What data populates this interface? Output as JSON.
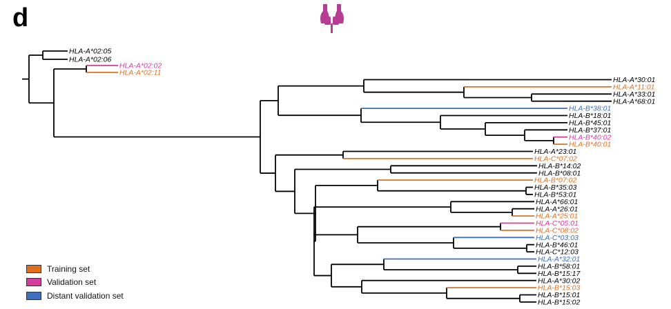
{
  "panel_letter": "d",
  "icon": "thymus-organ-icon",
  "colors": {
    "training": "#E07020",
    "validation": "#D63C9B",
    "distant": "#3E6EC0",
    "default": "#000000",
    "icon": "#B73D94"
  },
  "legend": [
    {
      "label": "Training set",
      "color": "#E07020"
    },
    {
      "label": "Validation set",
      "color": "#D63C9B"
    },
    {
      "label": "Distant validation set",
      "color": "#3E6EC0"
    }
  ],
  "leaves": [
    {
      "id": "A0205",
      "label": "HLA-A*02:05",
      "set": "none"
    },
    {
      "id": "A0206",
      "label": "HLA-A*02:06",
      "set": "none"
    },
    {
      "id": "A0202",
      "label": "HLA-A*02:02",
      "set": "validation"
    },
    {
      "id": "A0211",
      "label": "HLA-A*02:11",
      "set": "training"
    },
    {
      "id": "A3001",
      "label": "HLA-A*30:01",
      "set": "none"
    },
    {
      "id": "A1101",
      "label": "HLA-A*11:01",
      "set": "training"
    },
    {
      "id": "A3301",
      "label": "HLA-A*33:01",
      "set": "none"
    },
    {
      "id": "A6801",
      "label": "HLA-A*68:01",
      "set": "none"
    },
    {
      "id": "B3801",
      "label": "HLA-B*38:01",
      "set": "distant"
    },
    {
      "id": "B1801",
      "label": "HLA-B*18:01",
      "set": "none"
    },
    {
      "id": "B4501",
      "label": "HLA-B*45:01",
      "set": "none"
    },
    {
      "id": "B3701",
      "label": "HLA-B*37:01",
      "set": "none"
    },
    {
      "id": "B4002",
      "label": "HLA-B*40:02",
      "set": "validation"
    },
    {
      "id": "B4001",
      "label": "HLA-B*40:01",
      "set": "training"
    },
    {
      "id": "A2301",
      "label": "HLA-A*23:01",
      "set": "none"
    },
    {
      "id": "C0702",
      "label": "HLA-C*07:02",
      "set": "training"
    },
    {
      "id": "B1402",
      "label": "HLA-B*14:02",
      "set": "none"
    },
    {
      "id": "B0801",
      "label": "HLA-B*08:01",
      "set": "none"
    },
    {
      "id": "B0702",
      "label": "HLA-B*07:02",
      "set": "training"
    },
    {
      "id": "B3503",
      "label": "HLA-B*35:03",
      "set": "none"
    },
    {
      "id": "B5301",
      "label": "HLA-B*53:01",
      "set": "none"
    },
    {
      "id": "A6601",
      "label": "HLA-A*66:01",
      "set": "none"
    },
    {
      "id": "A2601",
      "label": "HLA-A*26:01",
      "set": "none"
    },
    {
      "id": "A2501",
      "label": "HLA-A*25:01",
      "set": "training"
    },
    {
      "id": "C0501",
      "label": "HLA-C*05:01",
      "set": "validation"
    },
    {
      "id": "C0802",
      "label": "HLA-C*08:02",
      "set": "training"
    },
    {
      "id": "C0303",
      "label": "HLA-C*03:03",
      "set": "distant"
    },
    {
      "id": "B4601",
      "label": "HLA-B*46:01",
      "set": "none"
    },
    {
      "id": "C1203",
      "label": "HLA-C*12:03",
      "set": "none"
    },
    {
      "id": "A3201",
      "label": "HLA-A*32:01",
      "set": "distant"
    },
    {
      "id": "B5801",
      "label": "HLA-B*58:01",
      "set": "none"
    },
    {
      "id": "B1517",
      "label": "HLA-B*15:17",
      "set": "none"
    },
    {
      "id": "A3002",
      "label": "HLA-A*30:02",
      "set": "none"
    },
    {
      "id": "B1503",
      "label": "HLA-B*15:03",
      "set": "training"
    },
    {
      "id": "B1501",
      "label": "HLA-B*15:01",
      "set": "none"
    },
    {
      "id": "B1502",
      "label": "HLA-B*15:02",
      "set": "none"
    }
  ]
}
